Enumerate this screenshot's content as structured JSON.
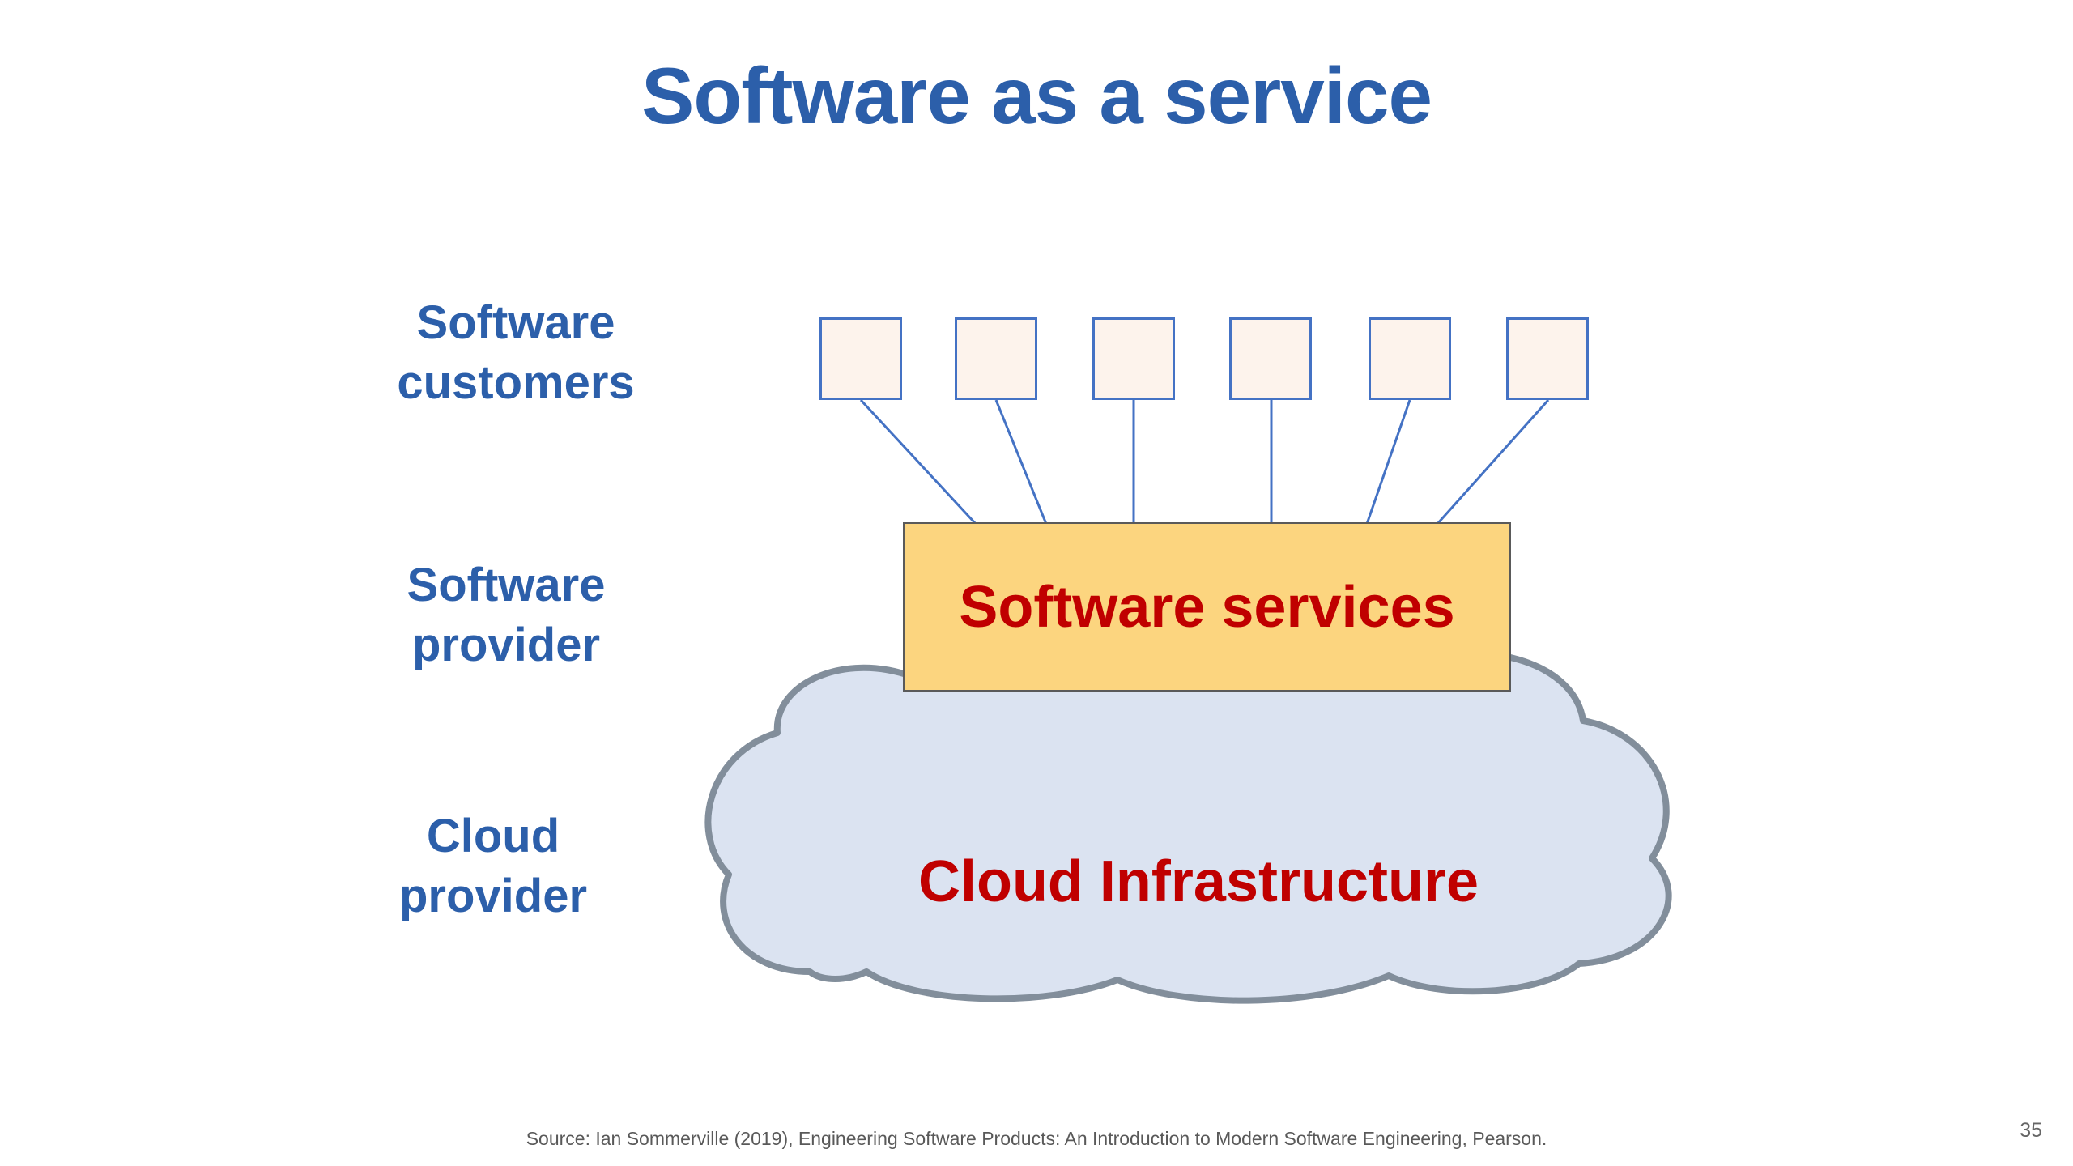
{
  "slide": {
    "title": "Software as a service",
    "rows": [
      {
        "label": "Software\ncustomers"
      },
      {
        "label": "Software\nprovider"
      },
      {
        "label": "Cloud\nprovider"
      }
    ],
    "customer_squares": 6,
    "services_box": {
      "label": "Software services"
    },
    "cloud": {
      "label": "Cloud Infrastructure"
    },
    "footer": {
      "source": "Source: Ian Sommerville (2019), Engineering Software Products:  An Introduction to Modern Software Engineering, Pearson.",
      "page_number": "35"
    },
    "colors": {
      "title_blue": "#2c5faa",
      "accent_blue": "#4472c4",
      "services_box_fill": "#fcd57f",
      "services_box_border": "#5a5a5a",
      "customer_square_fill": "#fdf3ec",
      "cloud_fill": "#dbe3f1",
      "cloud_border": "#828e9b",
      "red_text": "#c00000",
      "footer_gray": "#595959"
    }
  }
}
